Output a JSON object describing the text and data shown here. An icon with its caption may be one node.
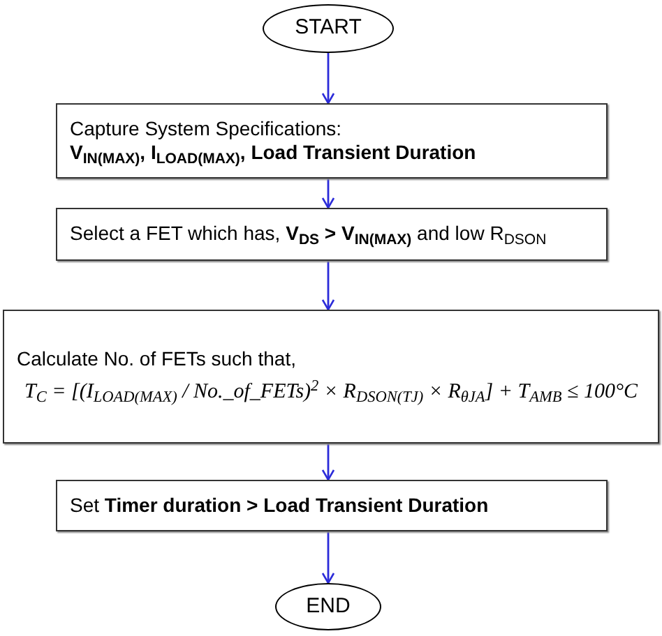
{
  "diagram": {
    "nodes": [
      {
        "text": [
          "START"
        ]
      },
      {
        "text": [
          "Capture System Specifications:",
          "V$_{IN(MAX)}$, I$_{LOAD(MAX)}$, Load Transient Duration"
        ]
      },
      {
        "text": [
          "Select a FET  which has, **V$_{DS}$ > V$_{IN(MAX)}$** and low R$_{DSON}$"
        ]
      },
      {
        "text": [
          "Calculate No. of FETs such that,",
          "T$_{C}$ = [(I$_{LOAD(MAX)}$ / No._of_FETs)$^{2}$ × R$_{DSON(TJ)}$ × R$_{θJA}$] + T$_{AMB}$ ≤ 100°C"
        ]
      },
      {
        "text": [
          "Set **Timer duration > Load Transient Duration**"
        ]
      },
      {
        "text": [
          "END"
        ]
      }
    ],
    "edges": [
      {
        "from": 0,
        "to": 1,
        "arrow": "to"
      },
      {
        "from": 1,
        "to": 2,
        "arrow": "to"
      },
      {
        "from": 2,
        "to": 3,
        "arrow": "to"
      },
      {
        "from": 3,
        "to": 4,
        "arrow": "to"
      },
      {
        "from": 4,
        "to": 5,
        "arrow": "to"
      }
    ]
  }
}
